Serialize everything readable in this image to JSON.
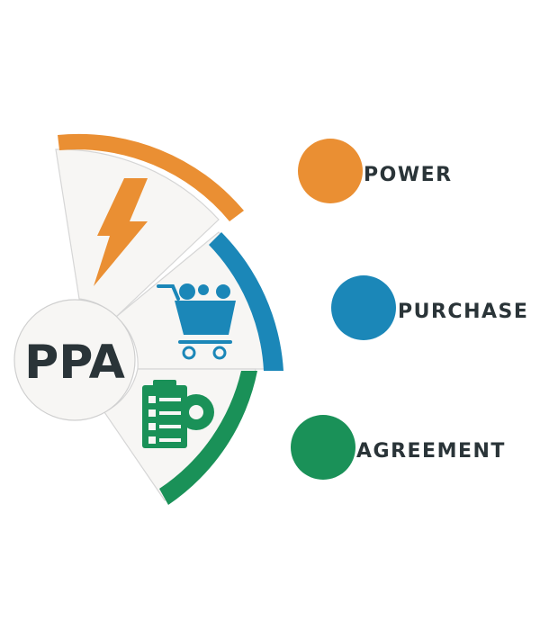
{
  "center": {
    "label": "PPA",
    "fill": "#f7f6f4",
    "stroke": "#cfcfcf"
  },
  "segments": [
    {
      "name": "power",
      "icon": "lightning-bolt-icon",
      "color": "#ea8f33",
      "panel_fill": "#f7f6f4"
    },
    {
      "name": "purchase",
      "icon": "shopping-cart-gears-icon",
      "color": "#1b87b8",
      "panel_fill": "#f7f6f4"
    },
    {
      "name": "agreement",
      "icon": "checklist-gear-icon",
      "color": "#1a9158",
      "panel_fill": "#f7f6f4"
    }
  ],
  "legend": {
    "items": [
      {
        "label": "POWER",
        "color": "#ea8f33"
      },
      {
        "label": "PURCHASE",
        "color": "#1b87b8"
      },
      {
        "label": "AGREEMENT",
        "color": "#1a9158"
      }
    ],
    "text_color": "#2a3438"
  }
}
